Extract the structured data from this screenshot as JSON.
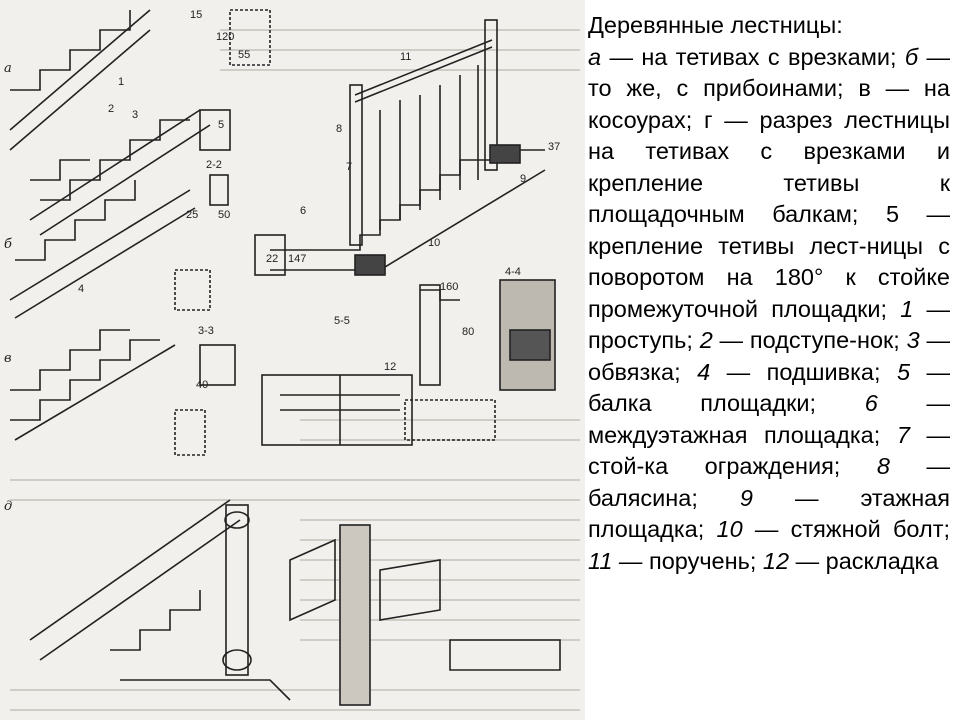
{
  "caption": {
    "title": "Деревянные лестницы:",
    "parts": [
      {
        "text": "а",
        "italic": true
      },
      {
        "text": " — на тетивах с врезками; ",
        "italic": false
      },
      {
        "text": "б",
        "italic": true
      },
      {
        "text": " — то же, с прибоинами; в — на косоурах; г — разрез лестницы на тетивах с врезками и крепление тетивы к площадочным балкам; 5 — крепление тетивы лест-ницы с поворотом на 180° к стойке промежуточной площадки; ",
        "italic": false
      },
      {
        "text": "1",
        "italic": true
      },
      {
        "text": " — проступь; ",
        "italic": false
      },
      {
        "text": "2",
        "italic": true
      },
      {
        "text": " — подступе-нок; ",
        "italic": false
      },
      {
        "text": "3",
        "italic": true
      },
      {
        "text": " — обвязка; ",
        "italic": false
      },
      {
        "text": "4",
        "italic": true
      },
      {
        "text": " — подшивка; ",
        "italic": false
      },
      {
        "text": "5",
        "italic": true
      },
      {
        "text": " — балка площадки; ",
        "italic": false
      },
      {
        "text": "6",
        "italic": true
      },
      {
        "text": " — междуэтажная площадка; ",
        "italic": false
      },
      {
        "text": "7",
        "italic": true
      },
      {
        "text": " — стой-ка ограждения; ",
        "italic": false
      },
      {
        "text": "8",
        "italic": true
      },
      {
        "text": " — балясина; ",
        "italic": false
      },
      {
        "text": "9",
        "italic": true
      },
      {
        "text": " — этажная площадка; ",
        "italic": false
      },
      {
        "text": "10",
        "italic": true
      },
      {
        "text": " — стяжной болт; ",
        "italic": false
      },
      {
        "text": "11",
        "italic": true
      },
      {
        "text": " — поручень; ",
        "italic": false
      },
      {
        "text": "12",
        "italic": true
      },
      {
        "text": " — раскладка",
        "italic": false
      }
    ]
  },
  "figure": {
    "variant_labels": {
      "a": "а",
      "b": "б",
      "v": "в",
      "d": "д"
    },
    "section_labels": {
      "s22": "2-2",
      "s33": "3-3",
      "s44": "4-4",
      "s55": "5-5"
    },
    "dims": {
      "d15": "15",
      "d55": "55",
      "d120": "120",
      "d25": "25",
      "d50": "50",
      "d40": "40",
      "d160": "160",
      "d80": "80",
      "d22": "22",
      "d147": "147",
      "d37": "37"
    },
    "item_numbers": {
      "n1": "1",
      "n2": "2",
      "n3": "3",
      "n4": "4",
      "n5": "5",
      "n6": "6",
      "n7": "7",
      "n8": "8",
      "n9": "9",
      "n10": "10",
      "n11": "11",
      "n12": "12"
    }
  }
}
